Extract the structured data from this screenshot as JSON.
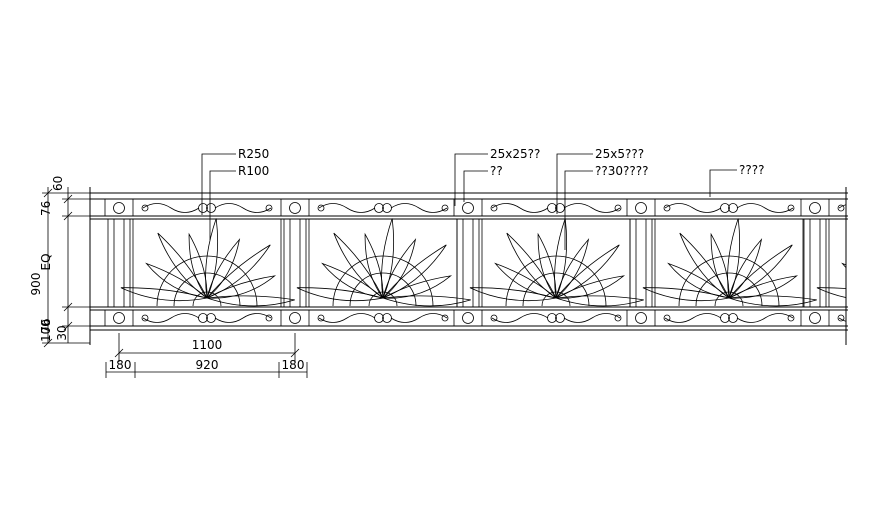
{
  "annotations": {
    "r250": "R250",
    "r100": "R100",
    "tube_25x25": "25x25??",
    "label_q2": "??",
    "flat_25x5": "25x5???",
    "flat_30": "??30????",
    "top_rail": "????"
  },
  "vertical_dims": {
    "d60": "60",
    "d76_top": "76",
    "d900": "900",
    "eq": "EQ",
    "d76_bottom": "76",
    "d100": "100",
    "d30": "30"
  },
  "horizontal_dims": {
    "d1100": "1100",
    "d180_left": "180",
    "d920": "920",
    "d180_right": "180"
  },
  "colors": {
    "line": "#000000",
    "background": "#ffffff"
  }
}
